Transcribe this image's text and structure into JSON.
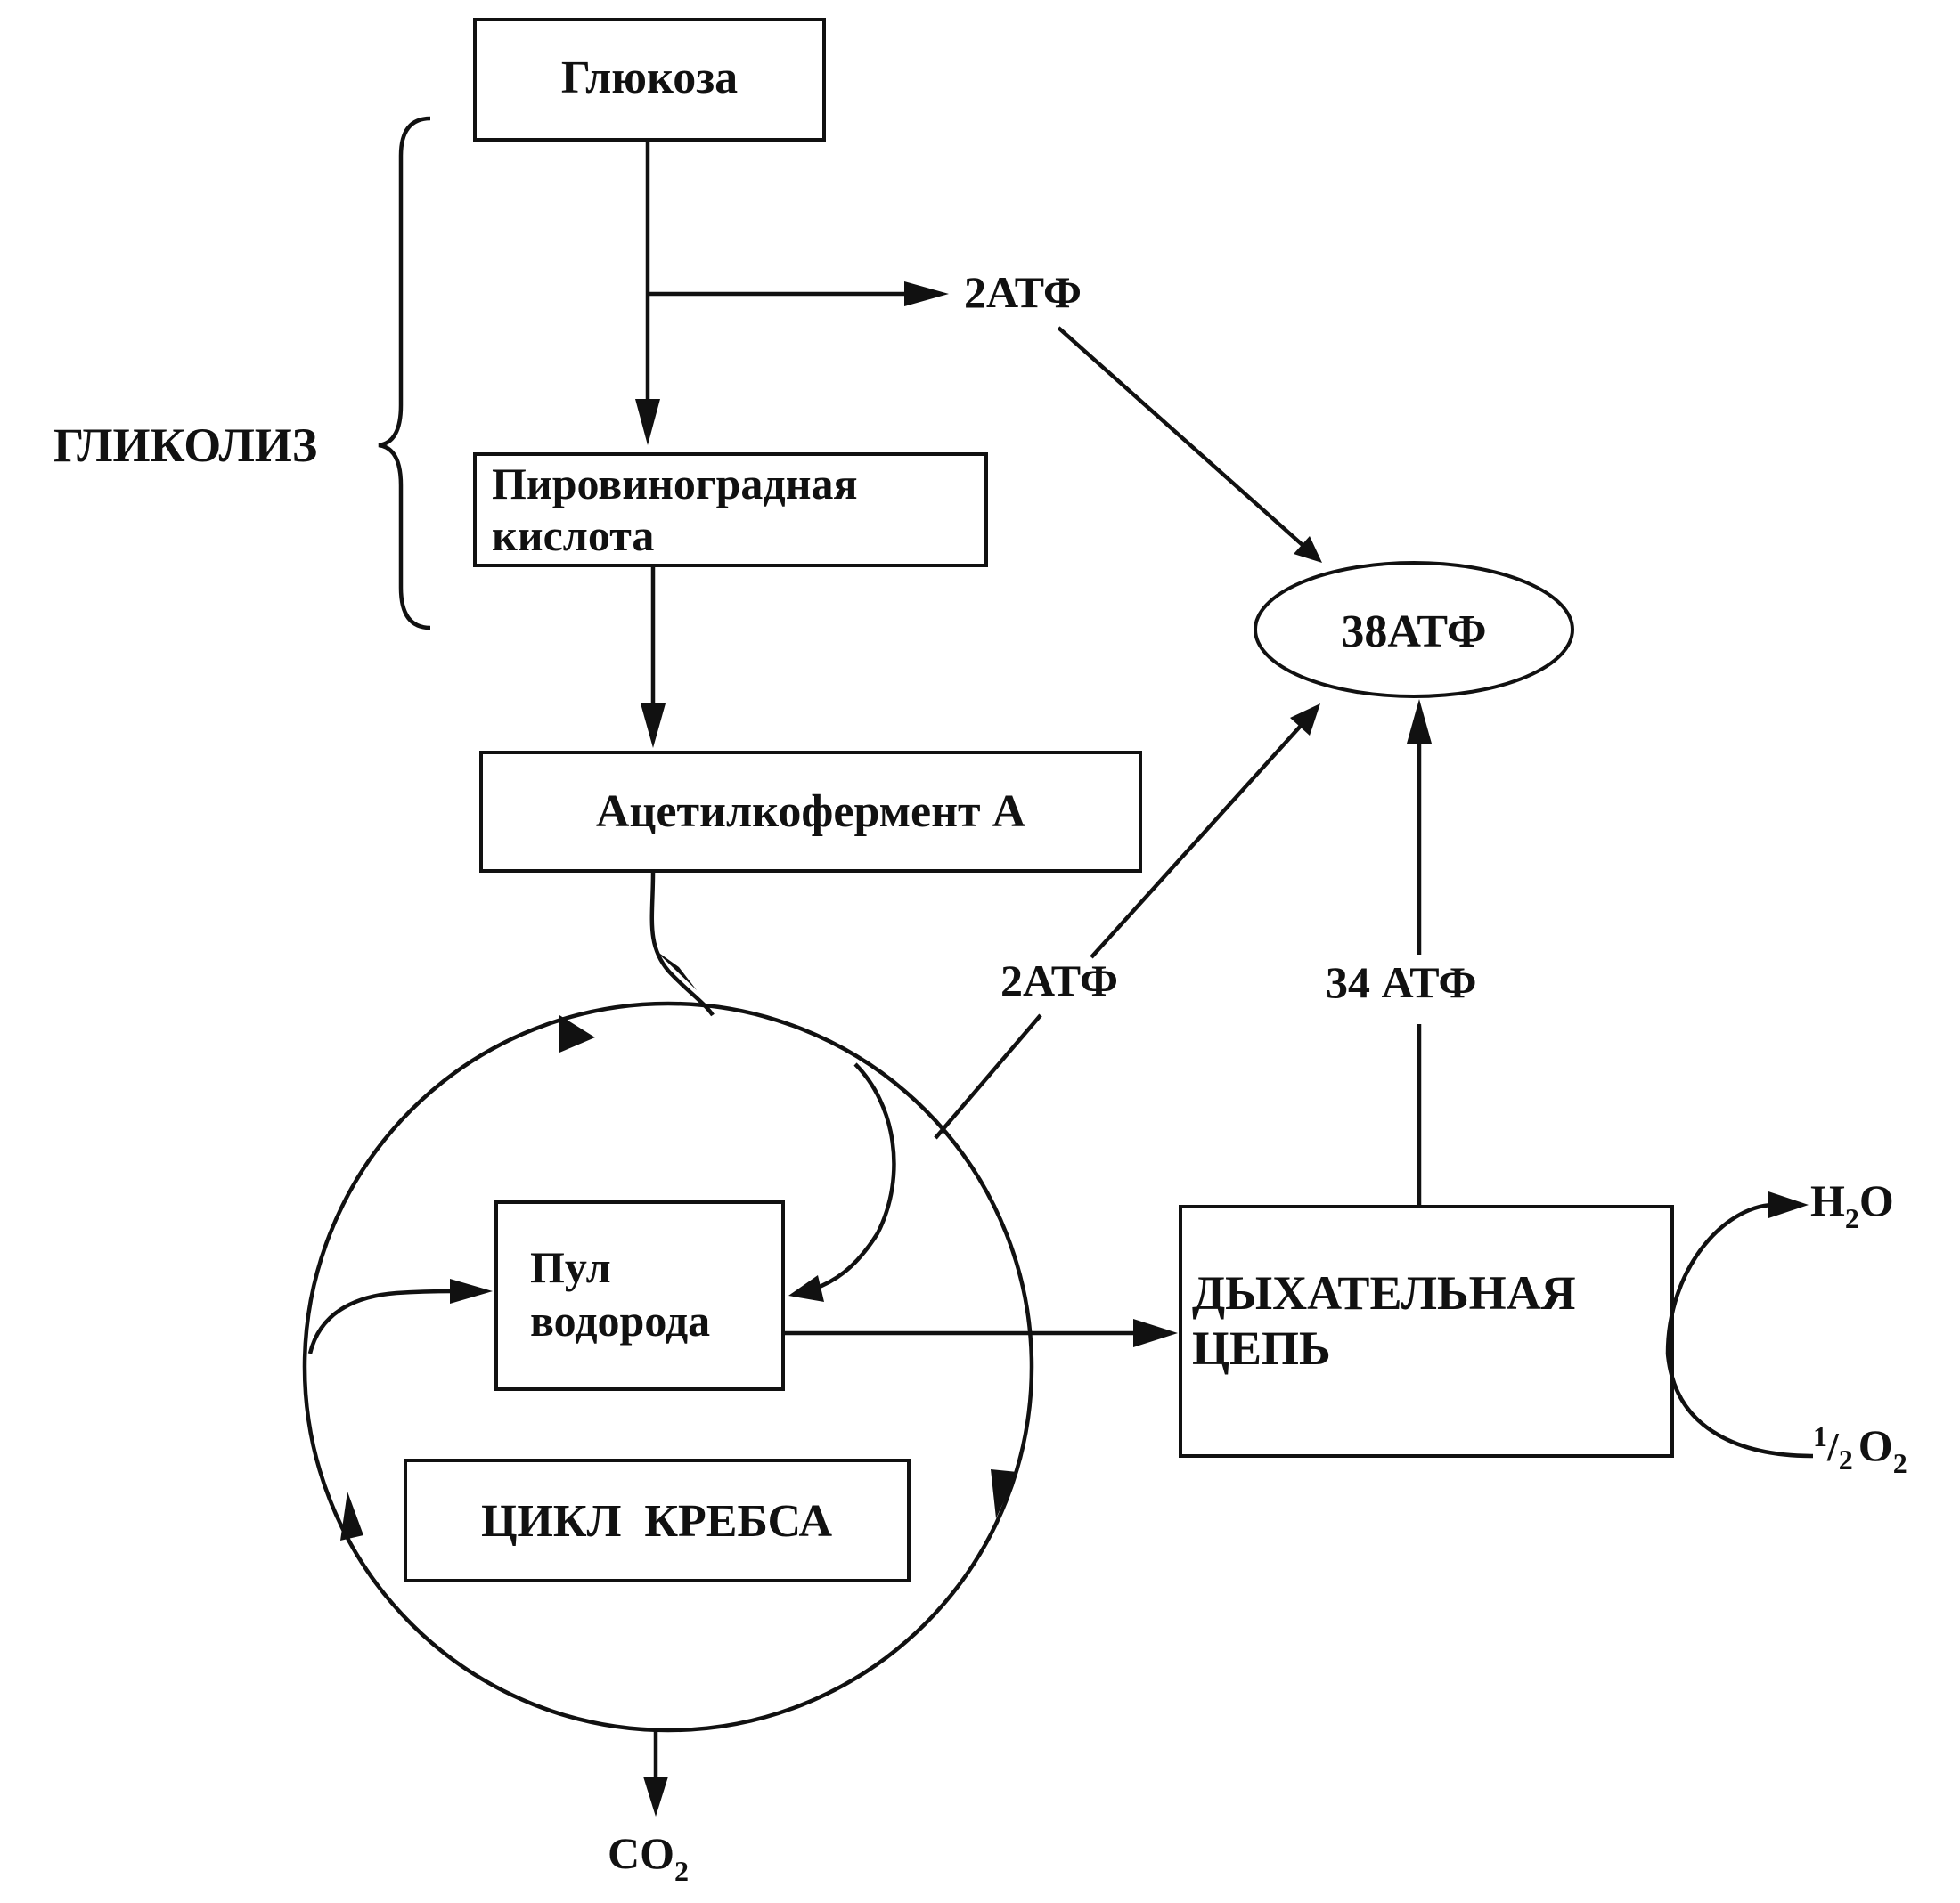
{
  "nodes": {
    "glucose": "Глюкоза",
    "pyruvic_line1": "Пировиноградная",
    "pyruvic_line2": "кислота",
    "acetyl_coa": "Ацетилкофермент А",
    "hydrogen_pool_line1": "Пул",
    "hydrogen_pool_line2": "водорода",
    "krebs_cycle": "ЦИКЛ  КРЕБСА",
    "respiratory_chain_line1": "ДЫХАТЕЛЬНАЯ",
    "respiratory_chain_line2": "ЦЕПЬ",
    "total_atp": "38АТФ"
  },
  "labels": {
    "glycolysis": "ГЛИКОЛИЗ",
    "atp_glycolysis": "2АТФ",
    "atp_krebs": "2АТФ",
    "atp_chain": "34 АТФ",
    "water": {
      "main": "H",
      "sub": "2",
      "tail": "O"
    },
    "oxygen": {
      "frac_num": "1",
      "frac_slash": "/",
      "frac_den": "2",
      "main": "O",
      "sub": "2"
    },
    "co2": {
      "main": "CO",
      "sub": "2"
    }
  }
}
